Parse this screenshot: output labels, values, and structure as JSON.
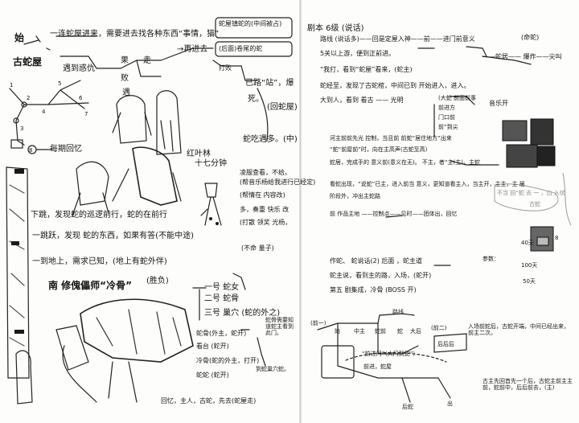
{
  "left_page": {
    "top_flow": {
      "start_label": "始",
      "level_label": "古蛇屋",
      "line1": "一连蛇屋进来，需要进去找各种东西“事情，猫”",
      "line2": "→再进去",
      "branch_top": "遇到惑仇",
      "branch_a": "果",
      "branch_b": "走",
      "branch_c": "败",
      "mid_label": "遇",
      "box1": "蛇屋镇蛇的(中间被占)",
      "box2": "(后面)卷尾的蛇",
      "box3": "打败",
      "boss_kill": "已路“站”，爆",
      "kill_result": "死。",
      "return_label": "(回蛇屋)",
      "count_label": "蛇吃遇多。(中)"
    },
    "map_legend": "每期回忆",
    "map_nodes": [
      "1",
      "2",
      "3",
      "4",
      "5",
      "6",
      "7",
      "8"
    ],
    "char_caption1": "红叶林",
    "char_caption2": "十七分钟",
    "mid_notes": [
      "凌服查看，不给。",
      "(帮音乐杨给我进行已经定)",
      "(帮情在 内容改)",
      "多，奏重 快乐 改",
      "(打散 领奖 光杨，",
      "(不命 量子)"
    ],
    "strip_line1": "下跳，发现蛇的巡逻前行，蛇的在前行",
    "strip_line2": "一跳跃，发现 蛇的东西，如果有答(不能中途)",
    "strip_line3": "一到地上，需求已知，(地上有蛇外伴)",
    "boss_heading": "南 修傀儡师“冷骨”",
    "boss_sub": "(胜负)",
    "options": [
      "一号 蛇女",
      "二号 蛇骨",
      "三号 巢穴 (蛇的外之)"
    ],
    "option_notes": [
      "蛇骨(外主，蛇开)",
      "看台 (蛇开)",
      "冷骨(蛇的外主，打开)",
      "蛇蛇 (蛇开)"
    ],
    "side_note_right": "蛇骨需要知道蛇主看到此门。",
    "side_note_small": "到蛇巢穴蛇。",
    "bottom_note": "回忆，主人，古蛇，先去(蛇屋走)"
  },
  "right_page": {
    "header": "剧本 6级 (说话)",
    "rows": [
      "路线 (说话多)——回是定屋入神——前——进门前意义",
      "5关以上游，便到正前进。",
      "“我打，看到“蛇屋”看来，(蛇主)",
      "蛇经至，发现了古蛇棺，中间已到 开始进入，进入。",
      "大到人，看到 看古 ——  光明"
    ],
    "branch_right": "(命蛇)",
    "branch_right2": "——蛇居—— 爆炸——尖叫",
    "sub_list": [
      "(大蛇 前面前事",
      "前进方",
      "门口前",
      "前”到尖"
    ],
    "sub_list_tag": "音乐开",
    "mid_rows": [
      "河主前前先光 控制，当且前 前蛇“居住地方”出来",
      "“蛇“前屋前”时，向在主高声(古蛇至高)",
      "蛇居，完成手的 意义前(意义在无)。 不主，者“主(主)，主蛇",
      "看蛇出现，“说蛇”已主，进入前当 意义，更知道看主入，当主开，主主，主 居",
      "阶段外，冲出主蛇路",
      "前 作品主地  ——控制点——见时——团体出，回忆"
    ],
    "gray_note": "不当 回“蛇 去 一 ，山 入伏",
    "gray_note2": "古蛇",
    "lower_rows": [
      "作蛇、 蛇说话(2) 后面 ，蛇主道",
      "蛇主说，看到主的路，入场，(蛇开)",
      "第五 剧集成，冷骨 (BOSS 开)"
    ],
    "spec_labels": [
      "参数：",
      "40天",
      "100天",
      "50天",
      "8"
    ],
    "diagram": {
      "top": "路线",
      "left": "(前一)",
      "nodes": [
        "始",
        "中主",
        "蛇前",
        "蛇",
        "大后",
        "(前二)"
      ],
      "center": "“前进门”（大门到蛇”）",
      "center2": "前进，蛇屋",
      "box_right": "后后后",
      "bottom": "后蛇",
      "bottom2": "出"
    },
    "right_note1": "入场前蛇后，古蛇开端，中间已经出来，前主二次。",
    "right_note2": "古主先回首先一个后，古蛇主前主主前，蛇前中，后后前去，(主)"
  }
}
